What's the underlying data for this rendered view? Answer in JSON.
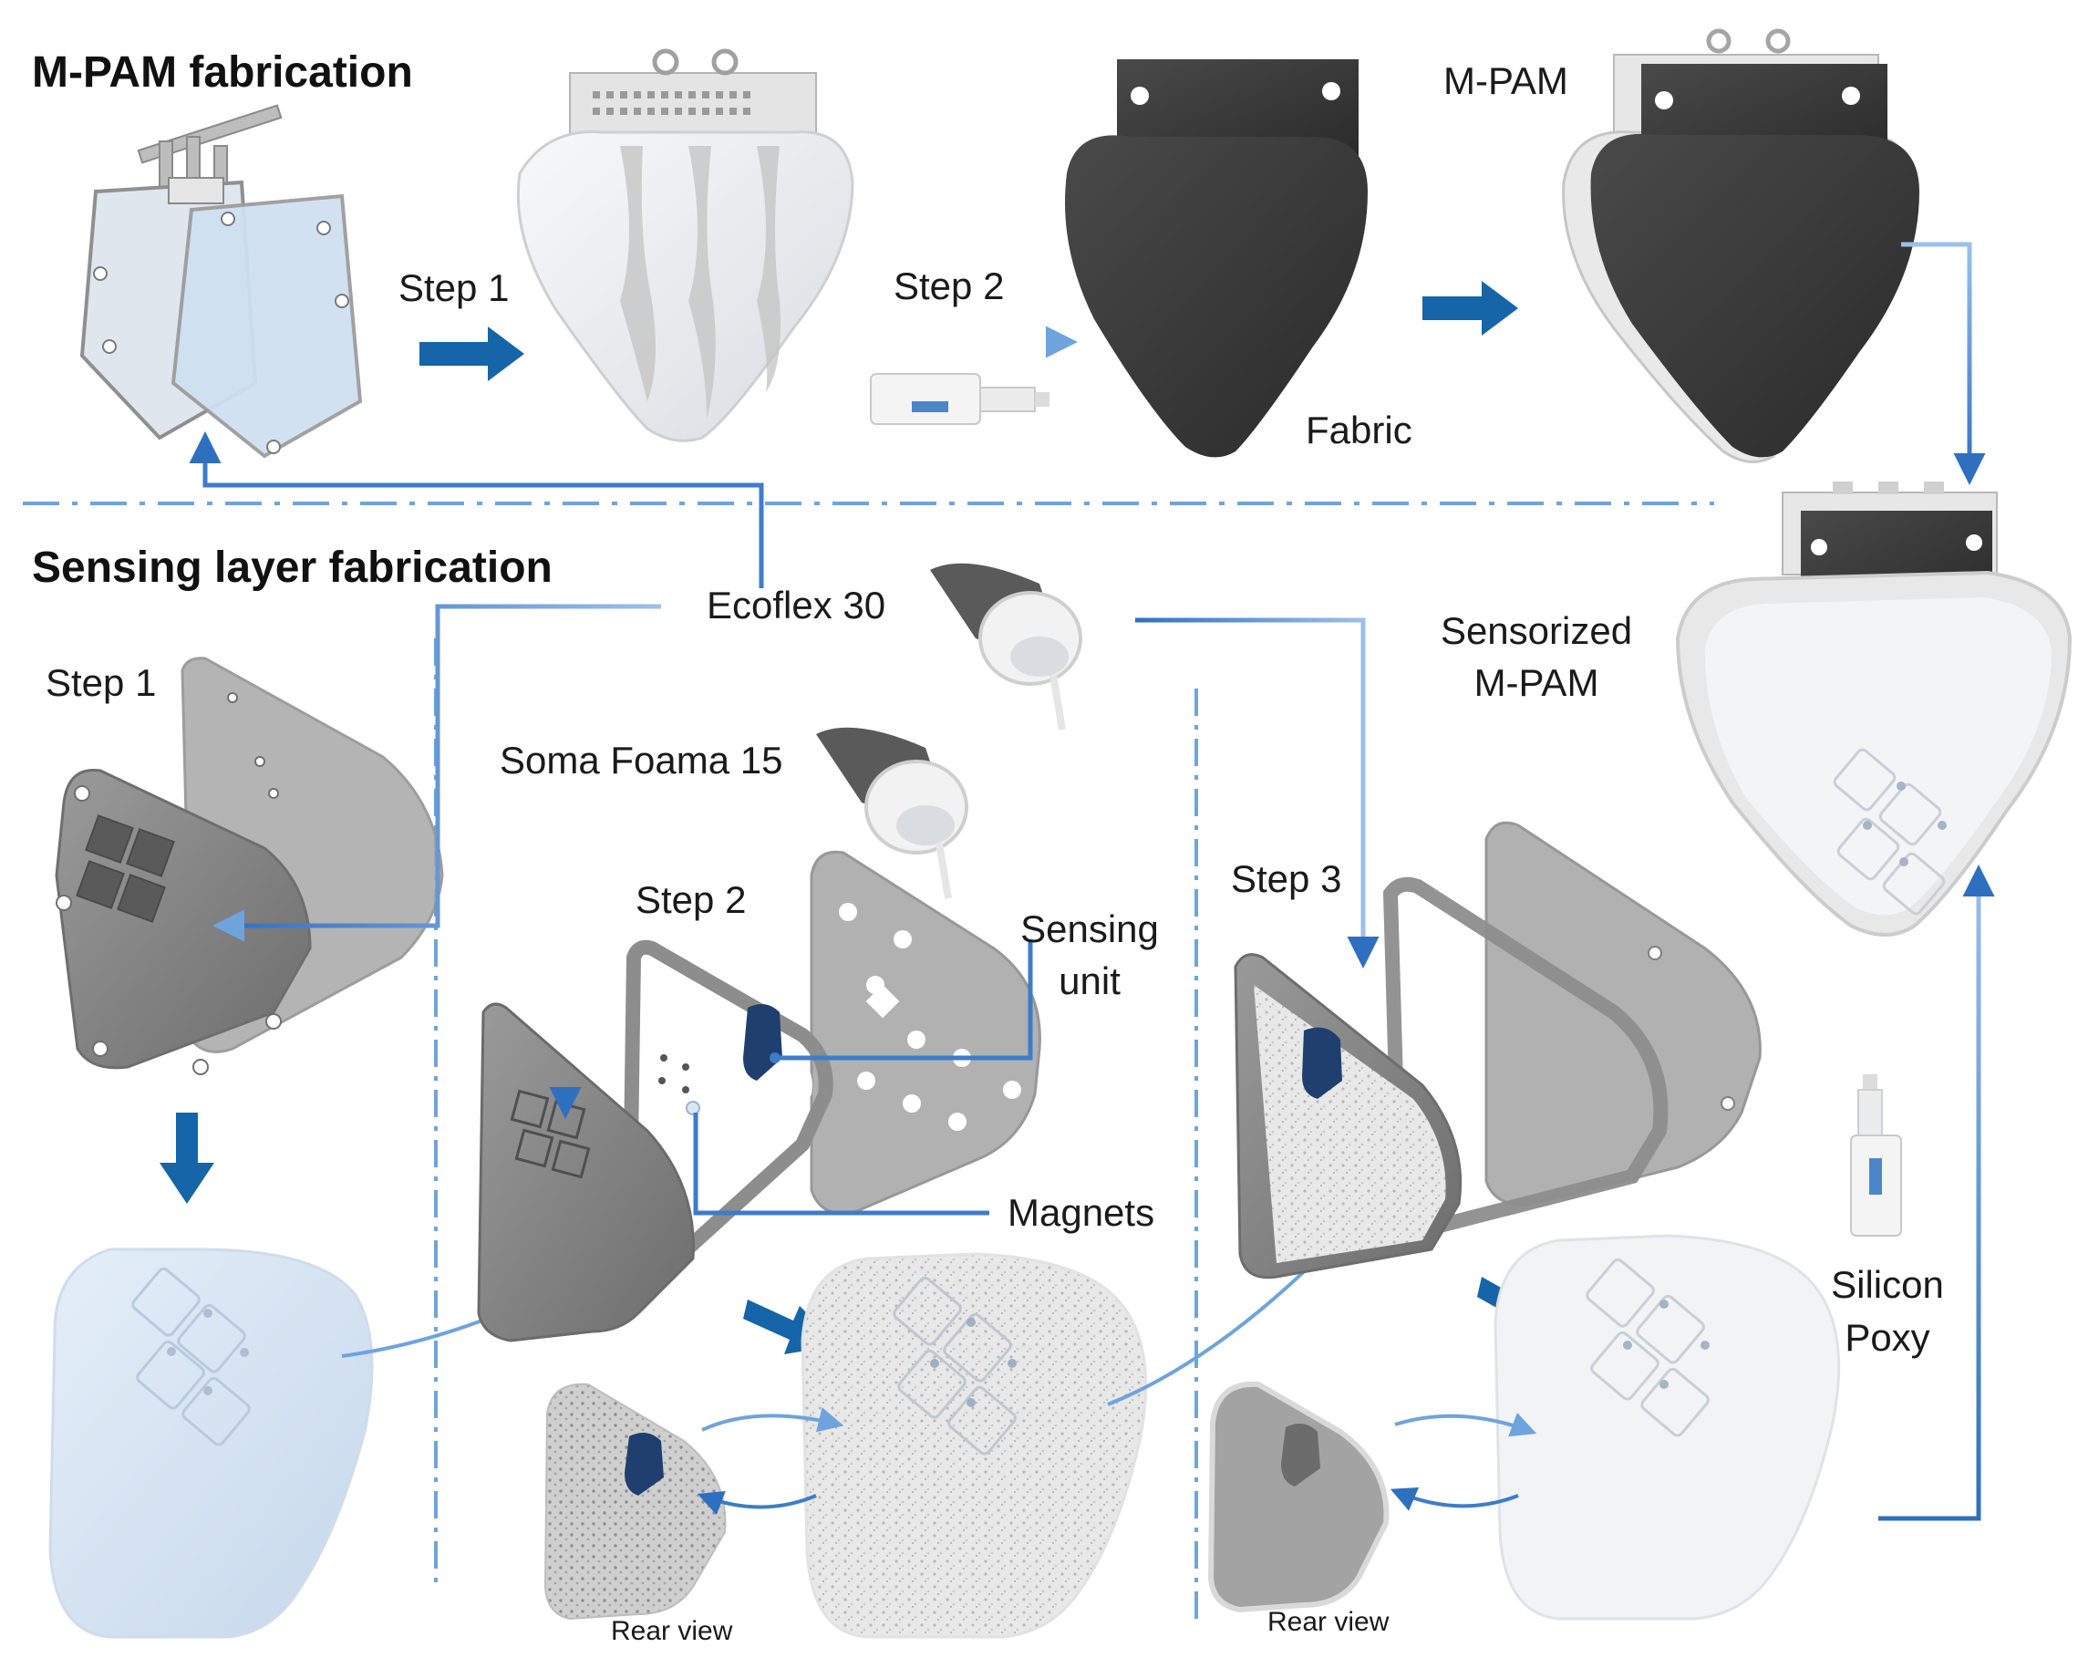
{
  "titles": {
    "mpam_fabrication": "M-PAM fabrication",
    "sensing_layer_fabrication": "Sensing layer fabrication"
  },
  "labels": {
    "top_step1": "Step 1",
    "top_step2": "Step 2",
    "fabric": "Fabric",
    "mpam": "M-PAM",
    "ecoflex": "Ecoflex 30",
    "sensorized_line1": "Sensorized",
    "sensorized_line2": "M-PAM",
    "bottom_step1": "Step 1",
    "soma_foama": "Soma Foama 15",
    "bottom_step2": "Step 2",
    "sensing_unit_line1": "Sensing",
    "sensing_unit_line2": "unit",
    "magnets": "Magnets",
    "bottom_step3": "Step 3",
    "silicon_line1": "Silicon",
    "silicon_line2": "Poxy",
    "rear_view_1": "Rear view",
    "rear_view_2": "Rear view"
  },
  "colors": {
    "arrow_blue": "#1565a8",
    "line_blue": "#3d7cc9",
    "dashed_blue": "#6fa3dd",
    "fabric_dark": "#3a3a3a",
    "mold_gray": "#8b8b8b",
    "silicone_white": "#eef1f4",
    "pale_blue": "#d8e6f4",
    "foam_gray": "#d6d6d6",
    "sensor_navy": "#1f3f6e"
  }
}
